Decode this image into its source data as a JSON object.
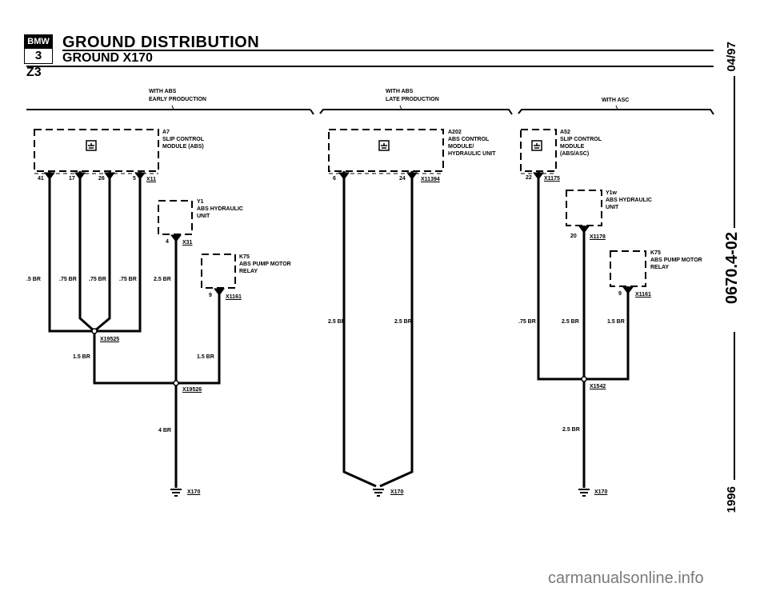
{
  "header": {
    "logo_text": "BMW",
    "logo_series": "3",
    "title": "GROUND DISTRIBUTION",
    "subtitle": "GROUND X170",
    "model": "Z3"
  },
  "side": {
    "date": "04/97",
    "section": "0670.4-02",
    "year": "1996"
  },
  "sections": {
    "left": [
      "WITH ABS",
      "EARLY PRODUCTION"
    ],
    "middle": [
      "WITH ABS",
      "LATE PRODUCTION"
    ],
    "right": [
      "WITH ASC"
    ]
  },
  "left": {
    "a7": [
      "A7",
      "SLIP CONTROL",
      "MODULE (ABS)"
    ],
    "y1": [
      "Y1",
      "ABS HYDRAULIC",
      "UNIT"
    ],
    "k75": [
      "K75",
      "ABS PUMP MOTOR",
      "RELAY"
    ],
    "pins": [
      "41",
      "17",
      "26",
      "5"
    ],
    "connector_x11": "X11",
    "pin_4": "4",
    "connector_x31": "X31",
    "pin_9": "9",
    "connector_x1161": "X1161",
    "wires": [
      ".5 BR",
      ".75 BR",
      ".75 BR",
      ".75 BR",
      "2.5 BR"
    ],
    "splice_x19525": "X19525",
    "wire_15_left": "1.5 BR",
    "wire_15_right": "1.5 BR",
    "splice_x19526": "X19526",
    "wire_4": "4 BR",
    "ground": "X170"
  },
  "middle": {
    "a202": [
      "A202",
      "ABS CONTROL",
      "MODULE/",
      "HYDRAULIC UNIT"
    ],
    "pin_6": "6",
    "pin_24": "24",
    "connector": "X11394",
    "wire_left": "2.5 BR",
    "wire_right": "2.5 BR",
    "ground": "X170"
  },
  "right": {
    "a52": [
      "A52",
      "SLIP CONTROL",
      "MODULE",
      "(ABS/ASC)"
    ],
    "pin_22": "22",
    "connector_x1175": "X1175",
    "y1w": [
      "Y1w",
      "ABS HYDRAULIC",
      "UNIT"
    ],
    "pin_20": "20",
    "connector_x1178": "X1178",
    "k75": [
      "K75",
      "ABS PUMP MOTOR",
      "RELAY"
    ],
    "pin_9": "9",
    "connector_x1161": "X1161",
    "wire_75": ".75 BR",
    "wire_25": "2.5 BR",
    "wire_15": "1.5 BR",
    "splice": "X1542",
    "wire_25_lower": "2.5 BR",
    "ground": "X170"
  },
  "watermark": "carmanualsonline.info"
}
